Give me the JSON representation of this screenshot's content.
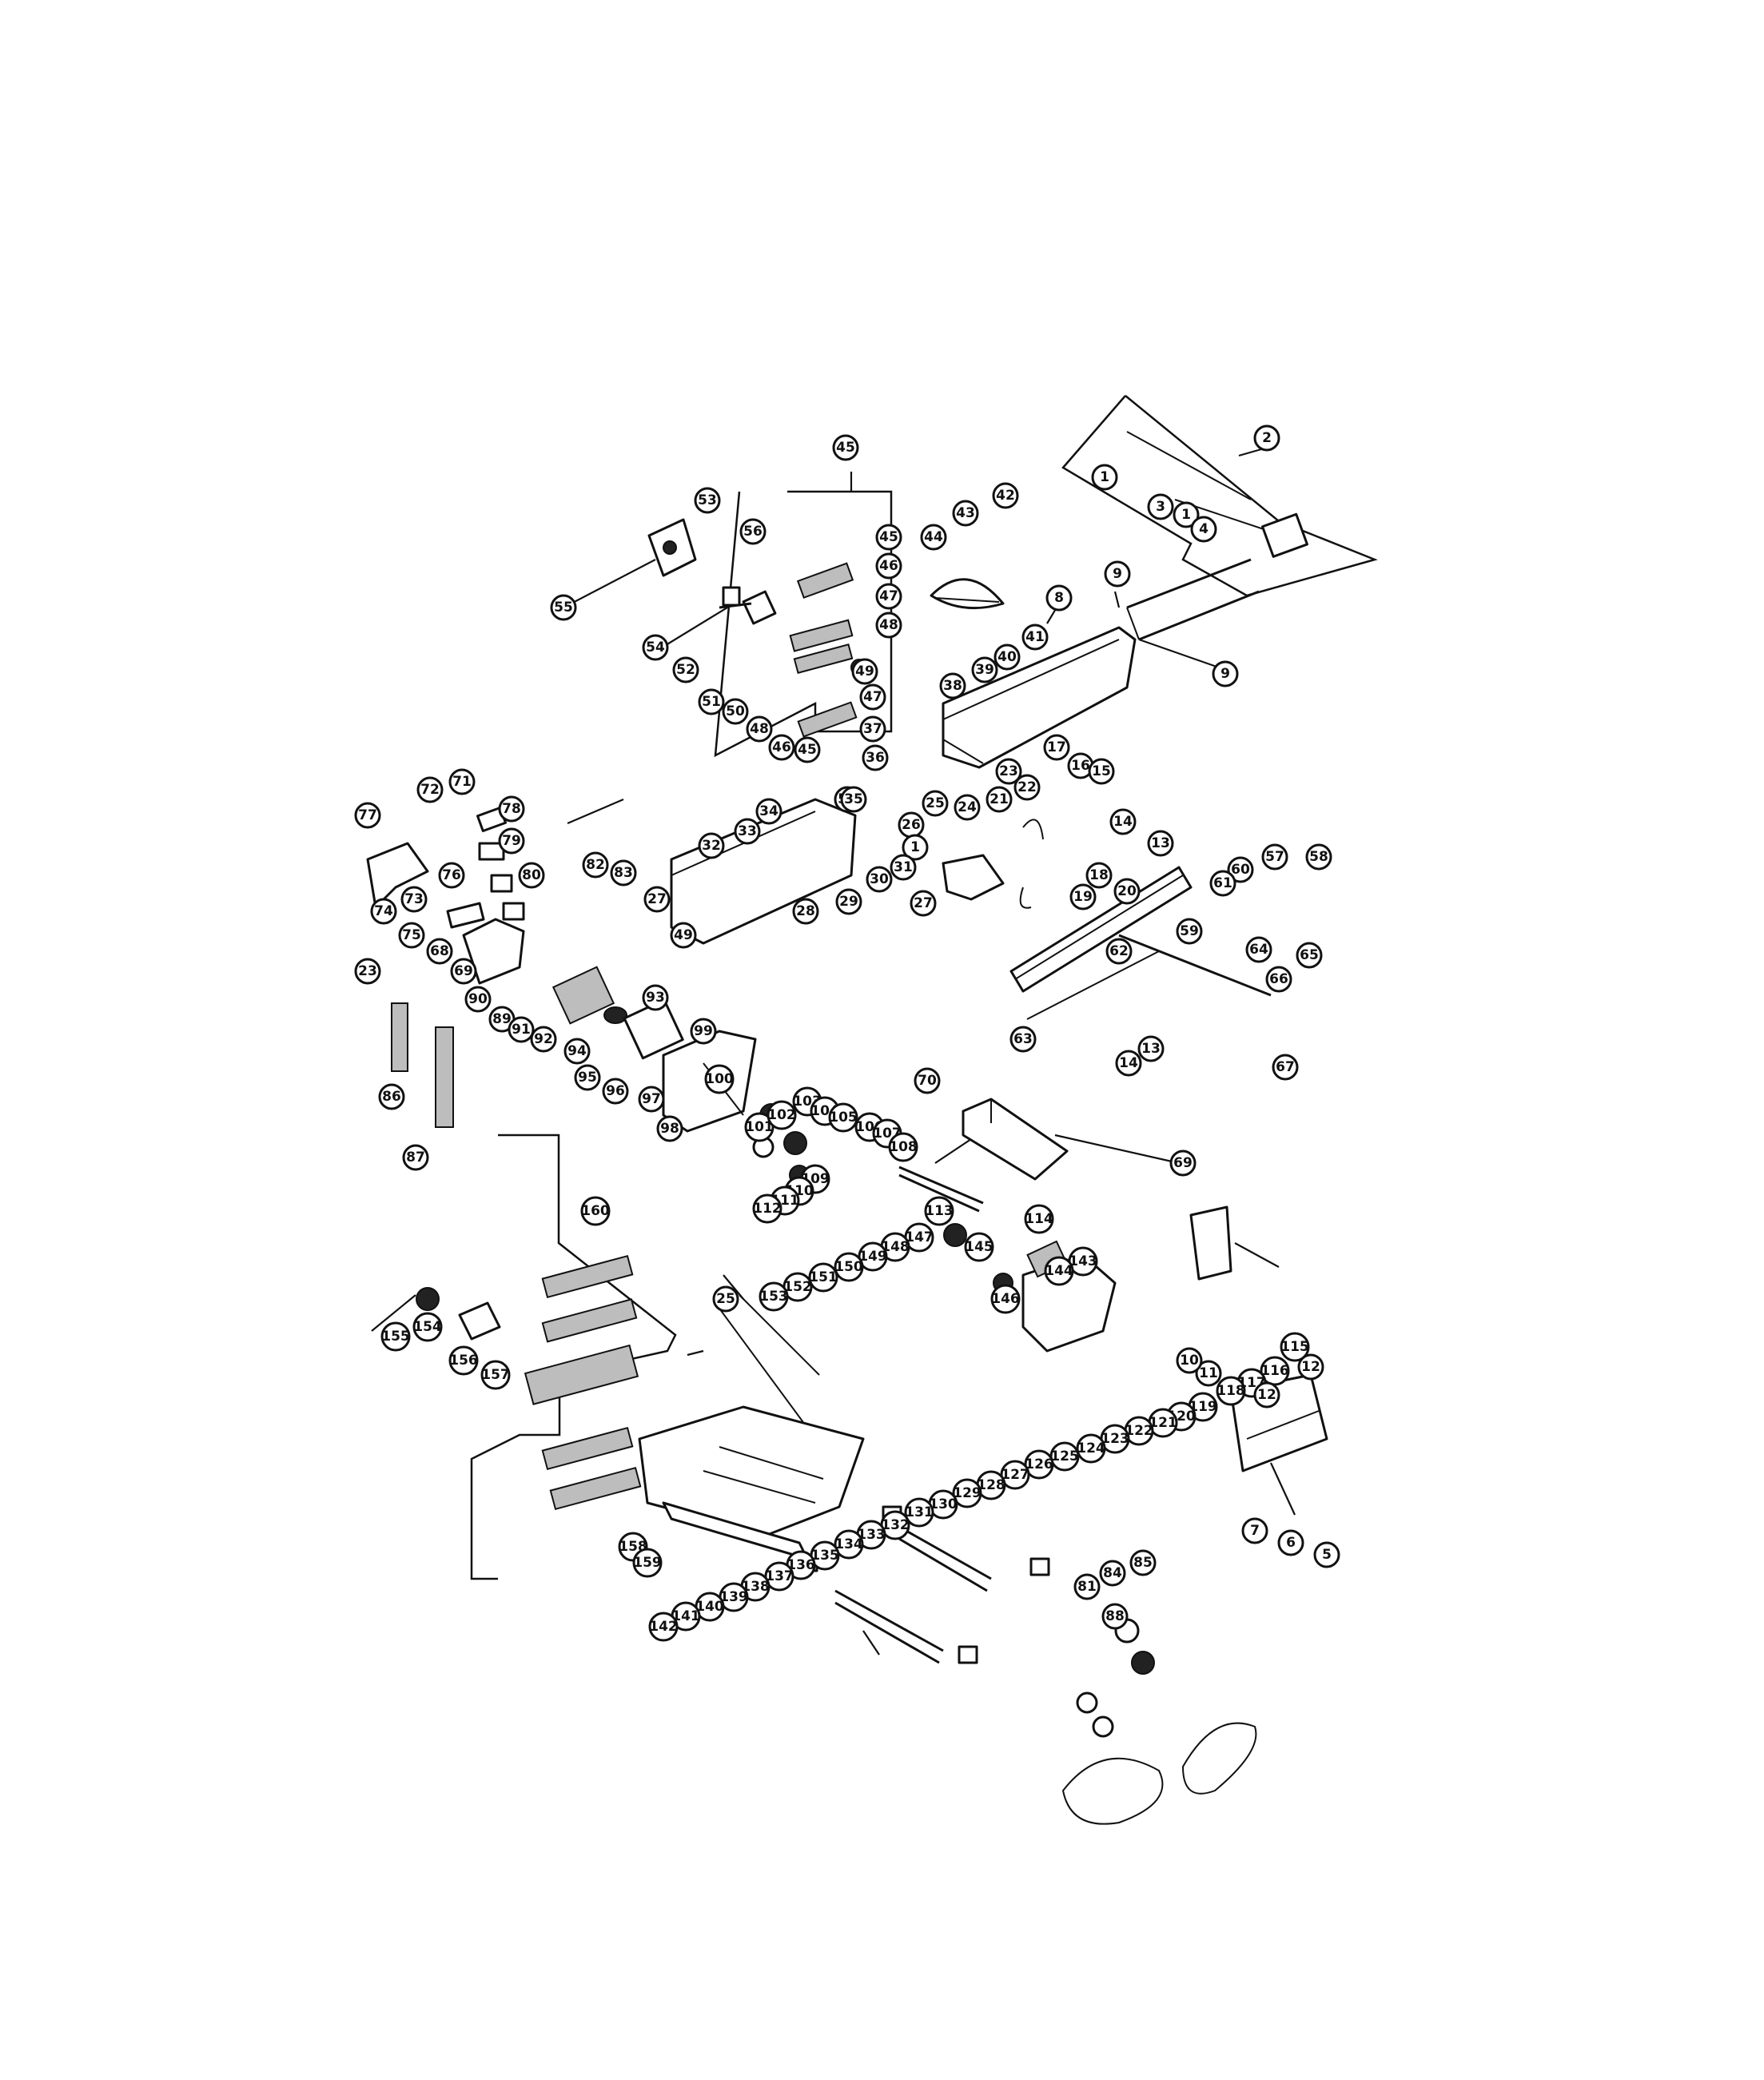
{
  "diagram": {
    "callouts": [
      {
        "id": "c2",
        "label": "2"
      },
      {
        "id": "c1a",
        "label": "1"
      },
      {
        "id": "c3",
        "label": "3"
      },
      {
        "id": "c1b",
        "label": "1"
      },
      {
        "id": "c4",
        "label": "4"
      },
      {
        "id": "c9a",
        "label": "9"
      },
      {
        "id": "c9b",
        "label": "9"
      },
      {
        "id": "c8",
        "label": "8"
      },
      {
        "id": "c45a",
        "label": "45"
      },
      {
        "id": "c43",
        "label": "43"
      },
      {
        "id": "c42",
        "label": "42"
      },
      {
        "id": "c44",
        "label": "44"
      },
      {
        "id": "c53",
        "label": "53"
      },
      {
        "id": "c56",
        "label": "56"
      },
      {
        "id": "c55",
        "label": "55"
      },
      {
        "id": "c45b",
        "label": "45"
      },
      {
        "id": "c46a",
        "label": "46"
      },
      {
        "id": "c47a",
        "label": "47"
      },
      {
        "id": "c48a",
        "label": "48"
      },
      {
        "id": "c49",
        "label": "49"
      },
      {
        "id": "c47b",
        "label": "47"
      },
      {
        "id": "c41",
        "label": "41"
      },
      {
        "id": "c40",
        "label": "40"
      },
      {
        "id": "c39",
        "label": "39"
      },
      {
        "id": "c38",
        "label": "38"
      },
      {
        "id": "c54",
        "label": "54"
      },
      {
        "id": "c52a",
        "label": "52"
      },
      {
        "id": "c51a",
        "label": "51"
      },
      {
        "id": "c50",
        "label": "50"
      },
      {
        "id": "c48b",
        "label": "48"
      },
      {
        "id": "c46b",
        "label": "46"
      },
      {
        "id": "c45c",
        "label": "45"
      },
      {
        "id": "c37",
        "label": "37"
      },
      {
        "id": "c36",
        "label": "36"
      },
      {
        "id": "c51b",
        "label": "51"
      },
      {
        "id": "c17",
        "label": "17"
      },
      {
        "id": "c16",
        "label": "16"
      },
      {
        "id": "c15",
        "label": "15"
      },
      {
        "id": "c34",
        "label": "34"
      },
      {
        "id": "c35",
        "label": "35"
      },
      {
        "id": "c33",
        "label": "33"
      },
      {
        "id": "c32",
        "label": "32"
      },
      {
        "id": "c23a",
        "label": "23"
      },
      {
        "id": "c22",
        "label": "22"
      },
      {
        "id": "c21",
        "label": "21"
      },
      {
        "id": "c24",
        "label": "24"
      },
      {
        "id": "c25a",
        "label": "25"
      },
      {
        "id": "c26",
        "label": "26"
      },
      {
        "id": "c1c",
        "label": "1"
      },
      {
        "id": "c31",
        "label": "31"
      },
      {
        "id": "c30",
        "label": "30"
      },
      {
        "id": "c29",
        "label": "29"
      },
      {
        "id": "c28",
        "label": "28"
      },
      {
        "id": "c27a",
        "label": "27"
      },
      {
        "id": "c14a",
        "label": "14"
      },
      {
        "id": "c13a",
        "label": "13"
      },
      {
        "id": "c18",
        "label": "18"
      },
      {
        "id": "c19",
        "label": "19"
      },
      {
        "id": "c20",
        "label": "20"
      },
      {
        "id": "c71",
        "label": "71"
      },
      {
        "id": "c72",
        "label": "72"
      },
      {
        "id": "c77",
        "label": "77"
      },
      {
        "id": "c78",
        "label": "78"
      },
      {
        "id": "c79",
        "label": "79"
      },
      {
        "id": "c80",
        "label": "80"
      },
      {
        "id": "c76",
        "label": "76"
      },
      {
        "id": "c73",
        "label": "73"
      },
      {
        "id": "c74",
        "label": "74"
      },
      {
        "id": "c75",
        "label": "75"
      },
      {
        "id": "c23b",
        "label": "23"
      },
      {
        "id": "c68",
        "label": "68"
      },
      {
        "id": "c69a",
        "label": "69"
      },
      {
        "id": "c90",
        "label": "90"
      },
      {
        "id": "c89",
        "label": "89"
      },
      {
        "id": "c91",
        "label": "91"
      },
      {
        "id": "c92",
        "label": "92"
      },
      {
        "id": "c93",
        "label": "93"
      },
      {
        "id": "c86",
        "label": "86"
      },
      {
        "id": "c87",
        "label": "87"
      },
      {
        "id": "c82",
        "label": "82"
      },
      {
        "id": "c83",
        "label": "83"
      },
      {
        "id": "c27b",
        "label": "27"
      },
      {
        "id": "c49b",
        "label": "49"
      },
      {
        "id": "c57",
        "label": "57"
      },
      {
        "id": "c58",
        "label": "58"
      },
      {
        "id": "c59",
        "label": "59"
      },
      {
        "id": "c60",
        "label": "60"
      },
      {
        "id": "c61",
        "label": "61"
      },
      {
        "id": "c62",
        "label": "62"
      },
      {
        "id": "c63",
        "label": "63"
      },
      {
        "id": "c64",
        "label": "64"
      },
      {
        "id": "c65",
        "label": "65"
      },
      {
        "id": "c66",
        "label": "66"
      },
      {
        "id": "c67",
        "label": "67"
      },
      {
        "id": "c14b",
        "label": "14"
      },
      {
        "id": "c13b",
        "label": "13"
      },
      {
        "id": "c70",
        "label": "70"
      },
      {
        "id": "c69b",
        "label": "69"
      },
      {
        "id": "c94",
        "label": "94"
      },
      {
        "id": "c95",
        "label": "95"
      },
      {
        "id": "c96",
        "label": "96"
      },
      {
        "id": "c97",
        "label": "97"
      },
      {
        "id": "c98",
        "label": "98"
      },
      {
        "id": "c99",
        "label": "99"
      },
      {
        "id": "c100",
        "label": "100"
      },
      {
        "id": "c101",
        "label": "101"
      },
      {
        "id": "c102",
        "label": "102"
      },
      {
        "id": "c103",
        "label": "103"
      },
      {
        "id": "c104",
        "label": "104"
      },
      {
        "id": "c105",
        "label": "105"
      },
      {
        "id": "c106",
        "label": "106"
      },
      {
        "id": "c107",
        "label": "107"
      },
      {
        "id": "c108",
        "label": "108"
      },
      {
        "id": "c109",
        "label": "109"
      },
      {
        "id": "c110",
        "label": "110"
      },
      {
        "id": "c111",
        "label": "111"
      },
      {
        "id": "c112",
        "label": "112"
      },
      {
        "id": "c113",
        "label": "113"
      },
      {
        "id": "c114",
        "label": "114"
      },
      {
        "id": "c115",
        "label": "115"
      },
      {
        "id": "c116",
        "label": "116"
      },
      {
        "id": "c117",
        "label": "117"
      },
      {
        "id": "c118",
        "label": "118"
      },
      {
        "id": "c119",
        "label": "119"
      },
      {
        "id": "c120",
        "label": "120"
      },
      {
        "id": "c121",
        "label": "121"
      },
      {
        "id": "c122",
        "label": "122"
      },
      {
        "id": "c123",
        "label": "123"
      },
      {
        "id": "c124",
        "label": "124"
      },
      {
        "id": "c125",
        "label": "125"
      },
      {
        "id": "c126",
        "label": "126"
      },
      {
        "id": "c127",
        "label": "127"
      },
      {
        "id": "c128",
        "label": "128"
      },
      {
        "id": "c129",
        "label": "129"
      },
      {
        "id": "c130",
        "label": "130"
      },
      {
        "id": "c131",
        "label": "131"
      },
      {
        "id": "c132",
        "label": "132"
      },
      {
        "id": "c133",
        "label": "133"
      },
      {
        "id": "c134",
        "label": "134"
      },
      {
        "id": "c135",
        "label": "135"
      },
      {
        "id": "c136",
        "label": "136"
      },
      {
        "id": "c137",
        "label": "137"
      },
      {
        "id": "c138",
        "label": "138"
      },
      {
        "id": "c139",
        "label": "139"
      },
      {
        "id": "c140",
        "label": "140"
      },
      {
        "id": "c141",
        "label": "141"
      },
      {
        "id": "c142",
        "label": "142"
      },
      {
        "id": "c143",
        "label": "143"
      },
      {
        "id": "c144",
        "label": "144"
      },
      {
        "id": "c145",
        "label": "145"
      },
      {
        "id": "c146",
        "label": "146"
      },
      {
        "id": "c147",
        "label": "147"
      },
      {
        "id": "c148",
        "label": "148"
      },
      {
        "id": "c149",
        "label": "149"
      },
      {
        "id": "c150",
        "label": "150"
      },
      {
        "id": "c151",
        "label": "151"
      },
      {
        "id": "c152",
        "label": "152"
      },
      {
        "id": "c153",
        "label": "153"
      },
      {
        "id": "c154",
        "label": "154"
      },
      {
        "id": "c155",
        "label": "155"
      },
      {
        "id": "c156",
        "label": "156"
      },
      {
        "id": "c157",
        "label": "157"
      },
      {
        "id": "c158",
        "label": "158"
      },
      {
        "id": "c159",
        "label": "159"
      },
      {
        "id": "c160",
        "label": "160"
      },
      {
        "id": "c12a",
        "label": "12"
      },
      {
        "id": "c12b",
        "label": "12"
      },
      {
        "id": "c11",
        "label": "11"
      },
      {
        "id": "c10",
        "label": "10"
      },
      {
        "id": "c7",
        "label": "7"
      },
      {
        "id": "c6",
        "label": "6"
      },
      {
        "id": "c5",
        "label": "5"
      },
      {
        "id": "c25b",
        "label": "25"
      },
      {
        "id": "c81",
        "label": "81"
      },
      {
        "id": "c84",
        "label": "84"
      },
      {
        "id": "c85",
        "label": "85"
      },
      {
        "id": "c88",
        "label": "88"
      }
    ]
  }
}
